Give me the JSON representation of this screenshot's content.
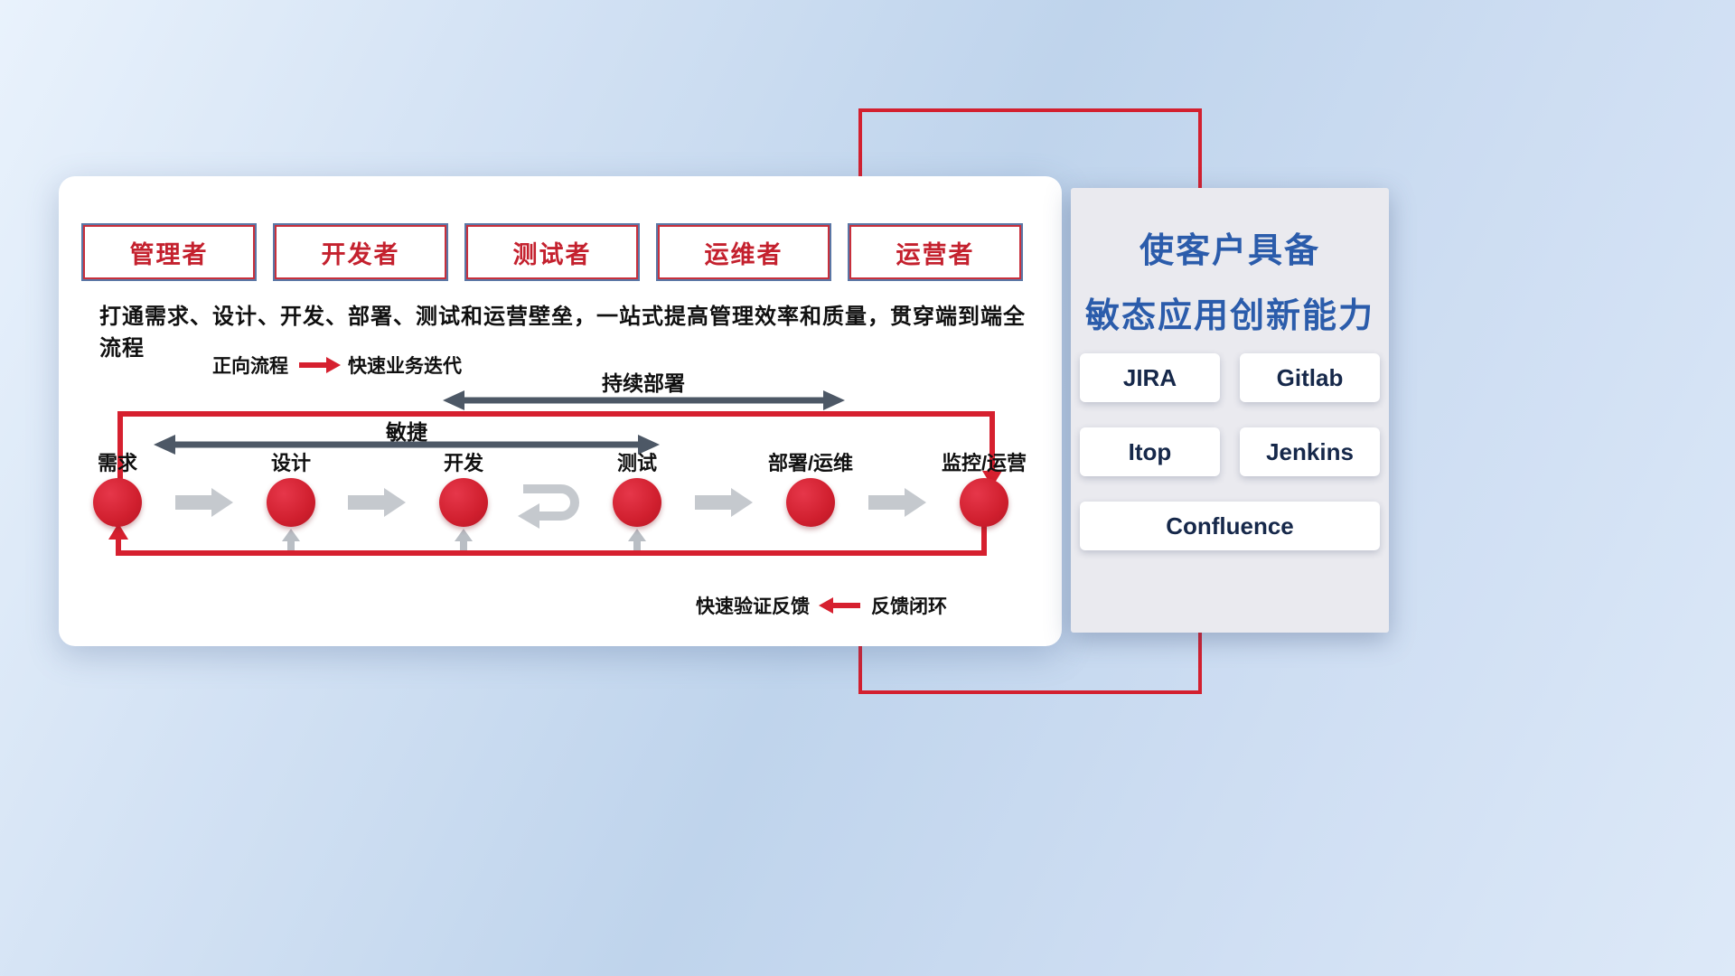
{
  "flow_card": {
    "roles": [
      "管理者",
      "开发者",
      "测试者",
      "运维者",
      "运营者"
    ],
    "description": "打通需求、设计、开发、部署、测试和运营壁垒，一站式提高管理效率和质量，贯穿端到端全流程",
    "forward_legend": {
      "label": "正向流程",
      "value": "快速业务迭代"
    },
    "feedback_legend": {
      "label": "快速验证反馈",
      "value": "反馈闭环"
    },
    "continuous_deploy_label": "持续部署",
    "agile_label": "敏捷",
    "nodes": [
      "需求",
      "设计",
      "开发",
      "测试",
      "部署/运维",
      "监控/运营"
    ]
  },
  "right_panel": {
    "title_line1": "使客户具备",
    "title_line2": "敏态应用创新能力",
    "tools": [
      "JIRA",
      "Gitlab",
      "Itop",
      "Jenkins",
      "Confluence"
    ]
  },
  "colors": {
    "accent_red": "#d6202f",
    "title_blue": "#2b5cab",
    "arrow_dark": "#4d5866",
    "arrow_gray": "#c5c9ce"
  }
}
